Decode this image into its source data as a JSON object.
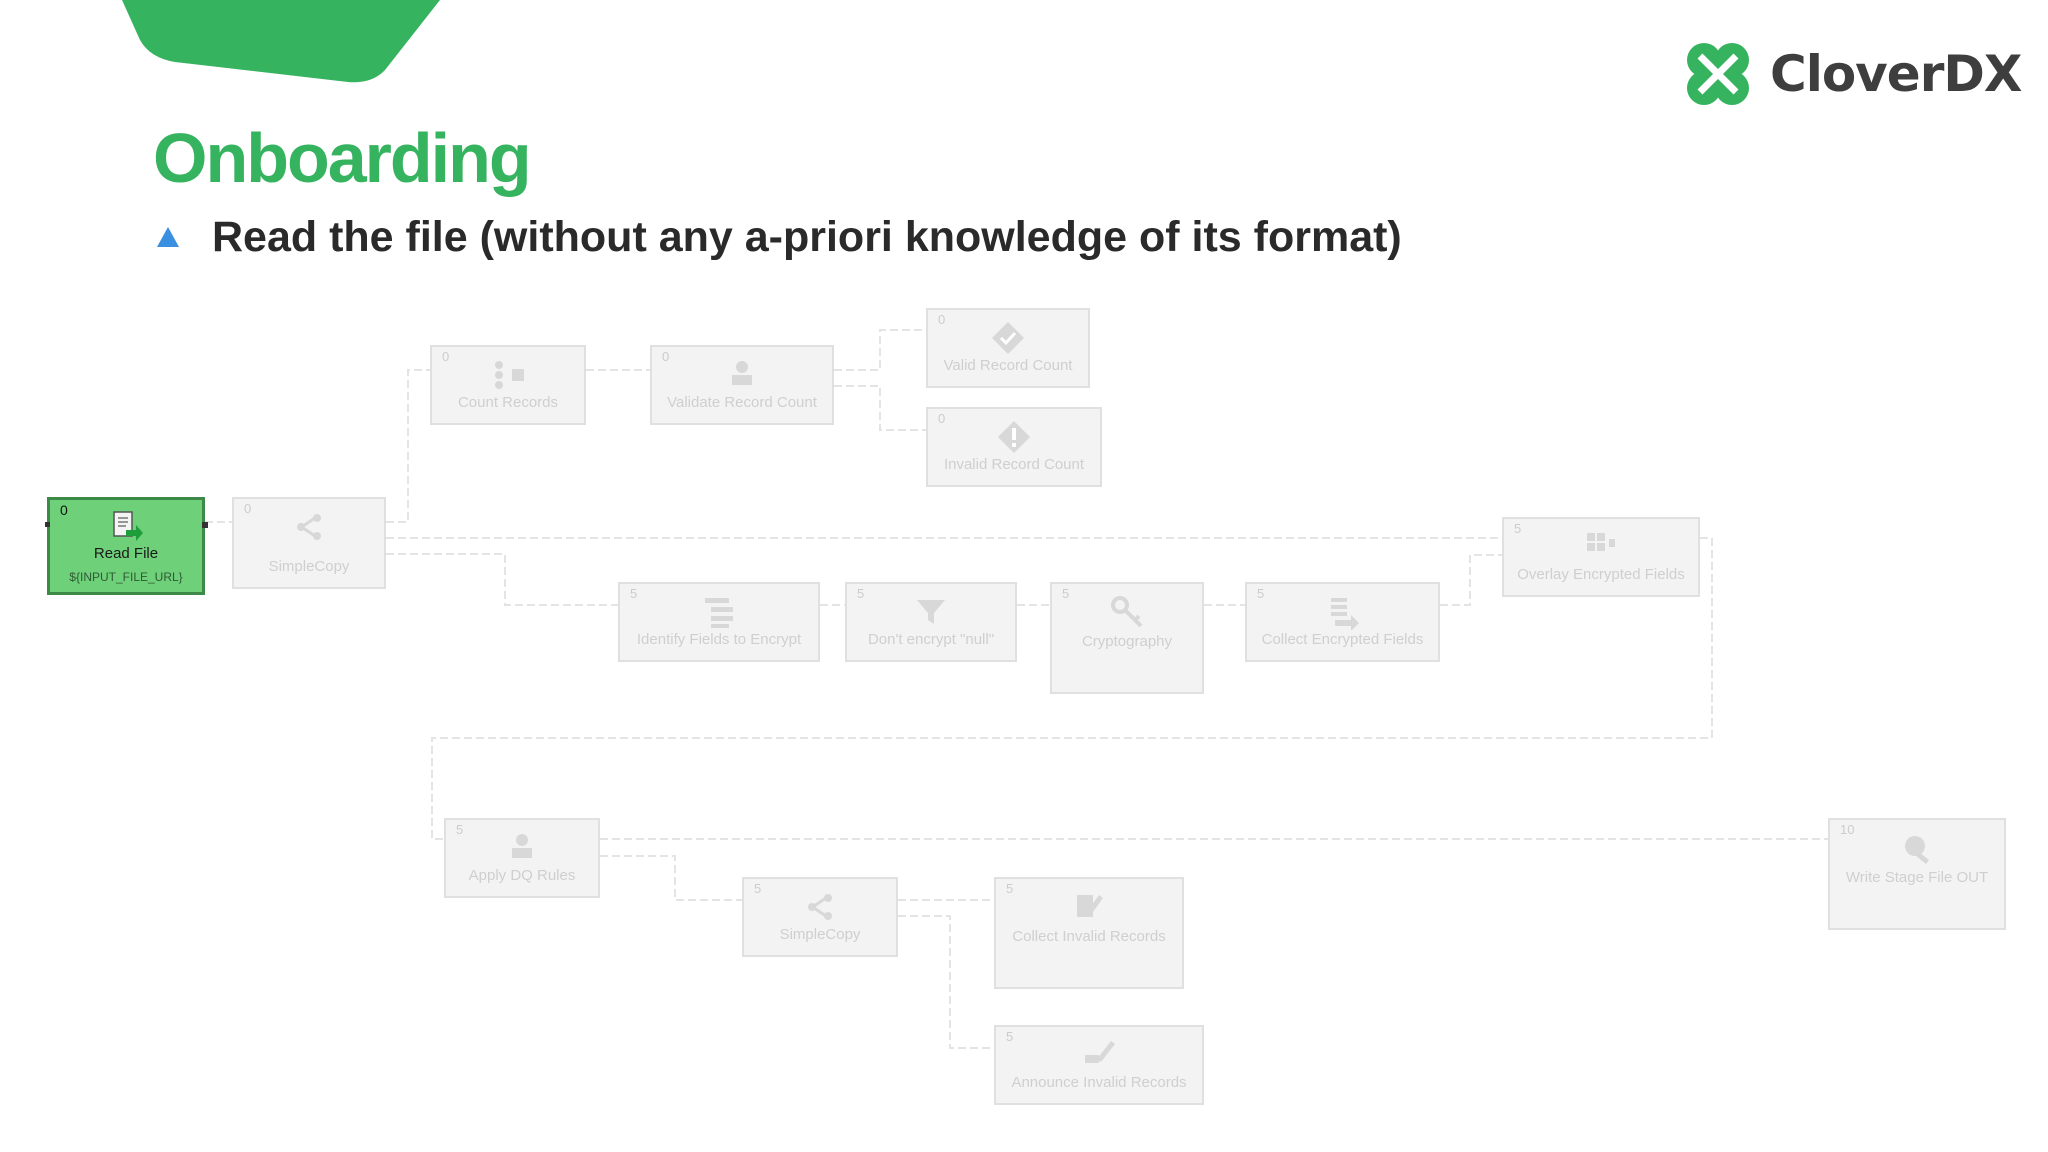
{
  "brand": {
    "name": "CloverDX",
    "green": "#35b35f",
    "dark": "#3e3e3e"
  },
  "slide": {
    "title": "Onboarding",
    "bullet_text": "Read the file (without any a-priori knowledge of its format)",
    "bullet_color": "#3b8fe0"
  },
  "graph": {
    "nodes": {
      "read_file": {
        "num": "0",
        "label": "Read File",
        "sub": "${INPUT_FILE_URL}",
        "icon": "file-read-icon"
      },
      "simplecopy1": {
        "num": "0",
        "label": "SimpleCopy",
        "icon": "copy-icon"
      },
      "count_records": {
        "num": "0",
        "label": "Count Records",
        "icon": "count-icon"
      },
      "validate_record_count": {
        "num": "0",
        "label": "Validate Record Count",
        "icon": "validate-icon"
      },
      "valid_record_count": {
        "num": "0",
        "label": "Valid Record Count",
        "icon": "check-icon"
      },
      "invalid_record_count": {
        "num": "0",
        "label": "Invalid Record Count",
        "icon": "warning-icon"
      },
      "overlay_encrypted_fields": {
        "num": "5",
        "label": "Overlay Encrypted Fields",
        "icon": "overlay-icon"
      },
      "identify_fields": {
        "num": "5",
        "label": "Identify Fields to Encrypt",
        "icon": "fields-icon"
      },
      "dont_encrypt_null": {
        "num": "5",
        "label": "Don't encrypt \"null\"",
        "icon": "filter-icon"
      },
      "cryptography": {
        "num": "5",
        "label": "Cryptography",
        "icon": "key-icon"
      },
      "collect_encrypted_fields": {
        "num": "5",
        "label": "Collect Encrypted Fields",
        "icon": "collect-icon"
      },
      "apply_dq_rules": {
        "num": "5",
        "label": "Apply DQ Rules",
        "icon": "rules-icon"
      },
      "simplecopy2": {
        "num": "5",
        "label": "SimpleCopy",
        "icon": "copy-icon"
      },
      "collect_invalid_records": {
        "num": "5",
        "label": "Collect Invalid Records",
        "icon": "collect-icon"
      },
      "announce_invalid_records": {
        "num": "5",
        "label": "Announce Invalid Records",
        "icon": "announce-icon"
      },
      "write_stage_file_out": {
        "num": "10",
        "label": "Write Stage File OUT",
        "icon": "write-icon"
      }
    }
  }
}
